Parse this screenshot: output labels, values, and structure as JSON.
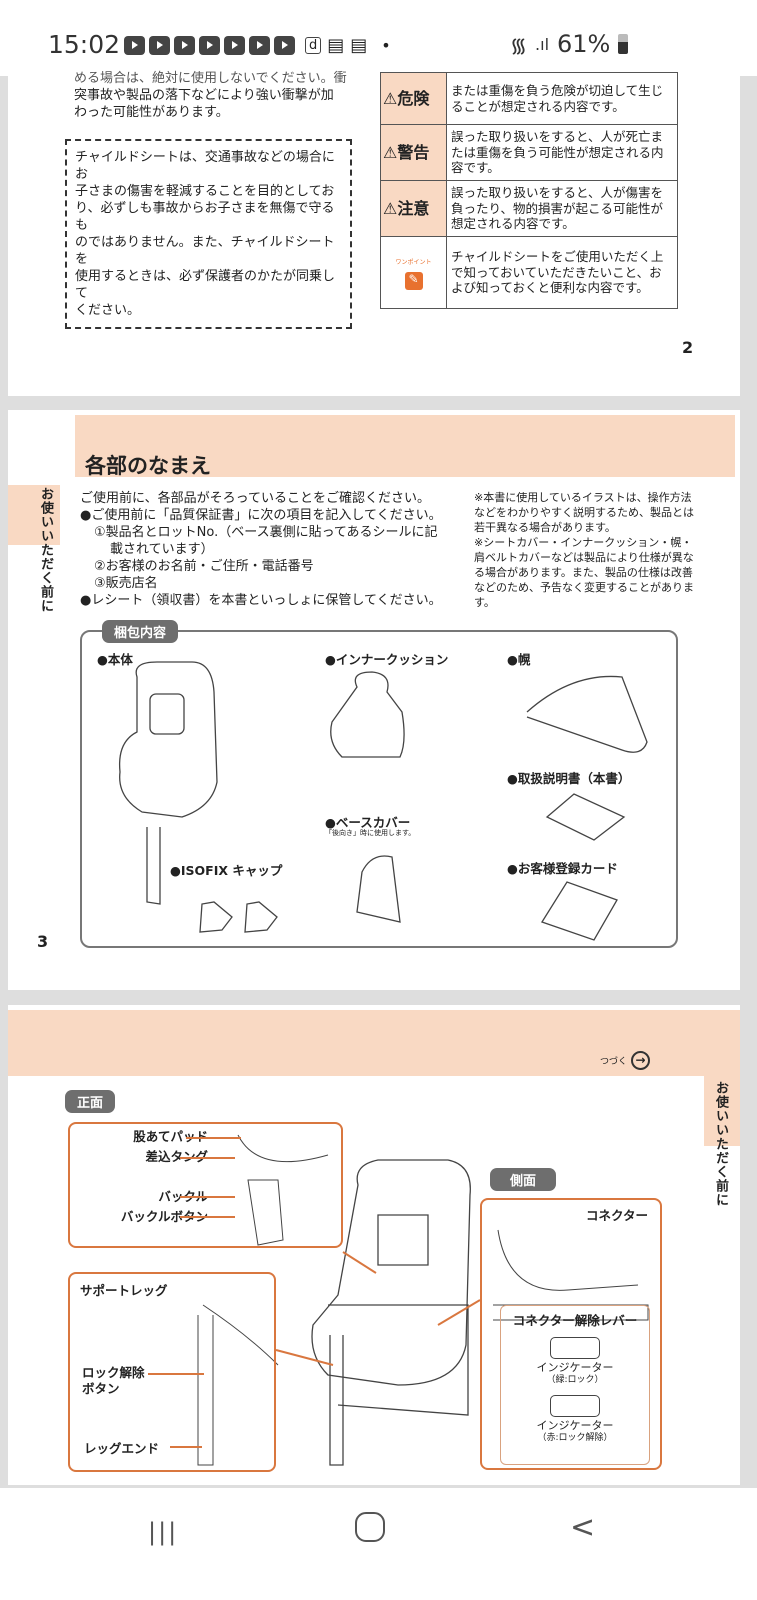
{
  "status_bar": {
    "time": "15:02",
    "notification_count": 7,
    "battery": "61%",
    "icons": [
      "play-notification-icon",
      "d-app-icon",
      "news-icon",
      "news-icon",
      "dot-icon",
      "wifi-icon",
      "signal-icon",
      "battery-icon"
    ]
  },
  "page2": {
    "left_text_partial": "める場合は、絶対に使用しないでください。衝",
    "left_text": [
      "突事故や製品の落下などにより強い衝撃が加",
      "わった可能性があります。"
    ],
    "notice_box": [
      "チャイルドシートは、交通事故などの場合にお",
      "子さまの傷害を軽減することを目的としてお",
      "り、必ずしも事故からお子さまを無傷で守るも",
      "のではありません。また、チャイルドシートを",
      "使用するときは、必ず保護者のかたが同乗して",
      "ください。"
    ],
    "levels": [
      {
        "key": "危険",
        "text": "または重傷を負う危険が切迫して生じることが想定される内容です。"
      },
      {
        "key": "警告",
        "text": "誤った取り扱いをすると、人が死亡または重傷を負う可能性が想定される内容です。"
      },
      {
        "key": "注意",
        "text": "誤った取り扱いをすると、人が傷害を負ったり、物的損害が起こる可能性が想定される内容です。"
      },
      {
        "key": "ワンポイント",
        "text": "チャイルドシートをご使用いただく上で知っておいていただきたいこと、および知っておくと便利な内容です。"
      }
    ],
    "page_number": "2"
  },
  "page3": {
    "title": "各部のなまえ",
    "side_tab": "お使いいただく前に",
    "intro": [
      "ご使用前に、各部品がそろっていることをご確認ください。",
      "●ご使用前に「品質保証書」に次の項目を記入してください。",
      "①製品名とロットNo.（ベース裏側に貼ってあるシールに記",
      "載されています）",
      "②お客様のお名前・ご住所・電話番号",
      "③販売店名",
      "●レシート（領収書）を本書といっしょに保管してください。"
    ],
    "notes": [
      "※本書に使用しているイラストは、操作方法などをわかりやすく説明するため、製品とは若干異なる場合があります。",
      "※シートカバー・インナークッション・幌・肩ベルトカバーなどは製品により仕様が異なる場合があります。また、製品の仕様は改善などのため、予告なく変更することがあります。"
    ],
    "package_label": "梱包内容",
    "items": {
      "body": "●本体",
      "inner_cushion": "●インナークッション",
      "canopy": "●幌",
      "manual": "●取扱説明書（本書）",
      "base_cover": "●ベースカバー",
      "base_cover_note": "「後向き」時に使用します。",
      "isofix_cap": "●ISOFIX キャップ",
      "registration_card": "●お客様登録カード"
    },
    "page_number": "3"
  },
  "page4": {
    "continue_label": "つづく",
    "side_tab": "お使いいただく前に",
    "front_label": "正面",
    "side_label": "側面",
    "front_parts": [
      "股あてパッド",
      "差込タング",
      "バックル",
      "バックルボタン"
    ],
    "leg_parts": {
      "title": "サポートレッグ",
      "release": [
        "ロック解除",
        "ボタン"
      ],
      "end": "レッグエンド"
    },
    "connector": "コネクター",
    "release_lever": "コネクター解除レバー",
    "indicator_green": [
      "インジケーター",
      "（緑:ロック）"
    ],
    "indicator_red": [
      "インジケーター",
      "（赤:ロック解除）"
    ]
  },
  "nav": {
    "recents": "|||",
    "home": "○",
    "back": "<"
  }
}
